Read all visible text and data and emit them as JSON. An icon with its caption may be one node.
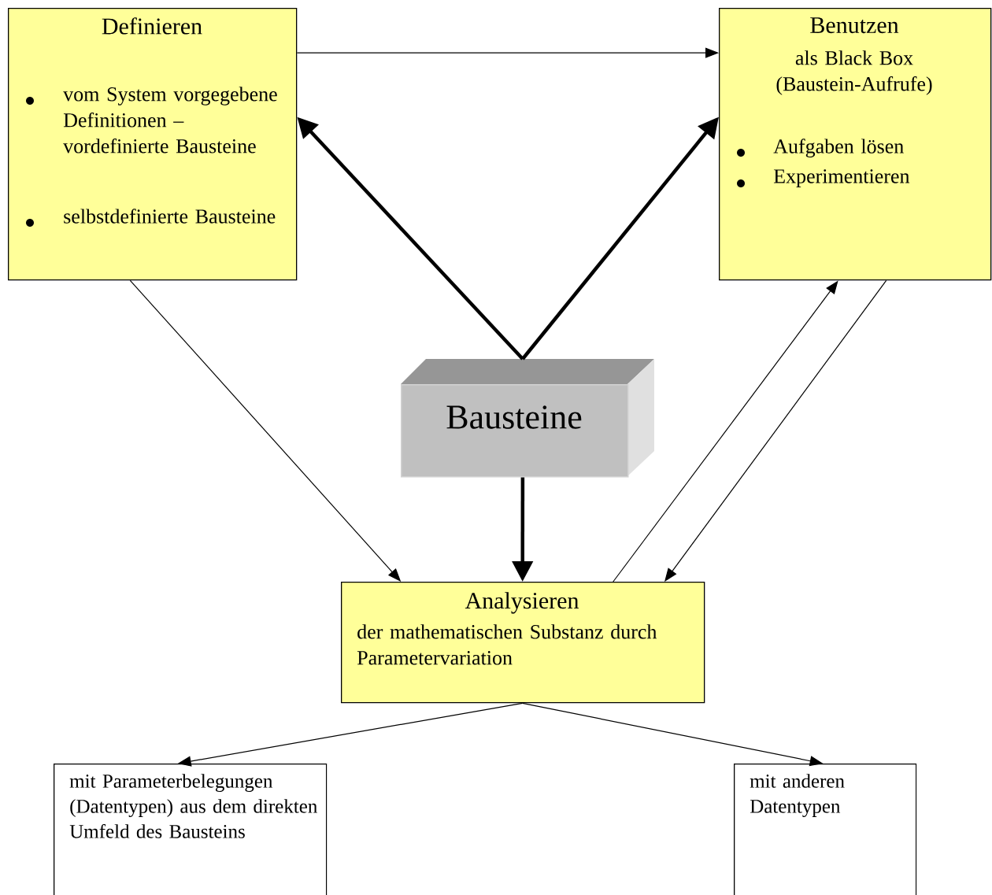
{
  "diagram": {
    "nodes": [
      {
        "text": [
          "Definieren",
          "vom System vorgegebene Definitionen – vordefinierte Bausteine",
          "selbstdefinierte Bausteine"
        ]
      },
      {
        "text": [
          "Benutzen",
          "als Black Box (Baustein-Aufrufe)",
          "Aufgaben lösen",
          "Experimentieren"
        ]
      },
      {
        "text": [
          "Bausteine"
        ]
      },
      {
        "text": [
          "Analysieren",
          "der mathematischen Substanz durch Parametervariation"
        ]
      },
      {
        "text": [
          "mit Parameterbelegungen (Datentypen) aus dem direkten Umfeld des Bausteins"
        ]
      },
      {
        "text": [
          "mit anderen Datentypen"
        ]
      }
    ],
    "edges": [
      {
        "from": 0,
        "to": 1,
        "arrow": "to"
      },
      {
        "from": 2,
        "to": 0,
        "arrow": "to",
        "style": "thick"
      },
      {
        "from": 2,
        "to": 1,
        "arrow": "to",
        "style": "thick"
      },
      {
        "from": 0,
        "to": 3,
        "arrow": "to"
      },
      {
        "from": 2,
        "to": 3,
        "arrow": "to",
        "style": "thick"
      },
      {
        "from": 3,
        "to": 1,
        "arrow": "to"
      },
      {
        "from": 1,
        "to": 3,
        "arrow": "to"
      },
      {
        "from": 3,
        "to": 4,
        "arrow": "to"
      },
      {
        "from": 3,
        "to": 5,
        "arrow": "to"
      }
    ]
  }
}
